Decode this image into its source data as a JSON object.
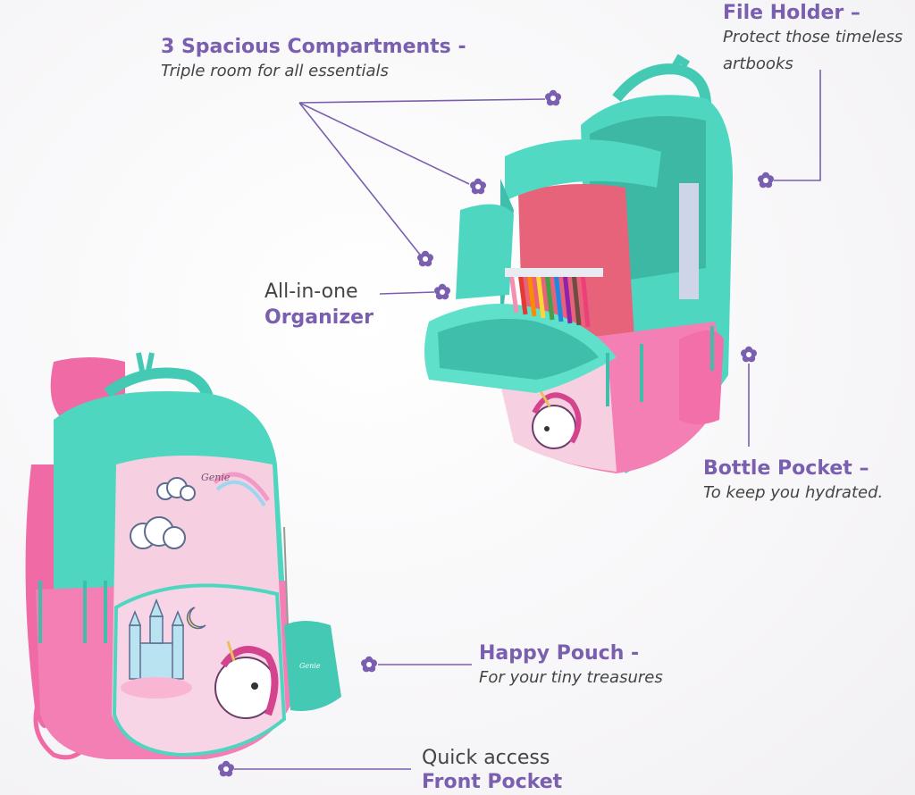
{
  "colors": {
    "accent": "#7a5fb0",
    "teal": "#4fd6c0",
    "pink": "#f27ab0",
    "light_pink": "#f6cfe1",
    "text": "#444444"
  },
  "features": {
    "file_holder": {
      "title": "File Holder –",
      "desc_line1": "Protect those timeless",
      "desc_line2": "artbooks"
    },
    "compartments": {
      "title": "3 Spacious Compartments -",
      "desc": "Triple room for all essentials"
    },
    "organizer": {
      "line1": "All-in-one",
      "line2": "Organizer"
    },
    "bottle_pocket": {
      "title": "Bottle Pocket –",
      "desc": "To keep you hydrated."
    },
    "happy_pouch": {
      "title": "Happy Pouch -",
      "desc": "For your tiny treasures"
    },
    "front_pocket": {
      "line1": "Quick access",
      "line2": "Front Pocket"
    }
  },
  "brand": {
    "logo_text": "Genie"
  },
  "icons": [
    "flower-icon"
  ]
}
